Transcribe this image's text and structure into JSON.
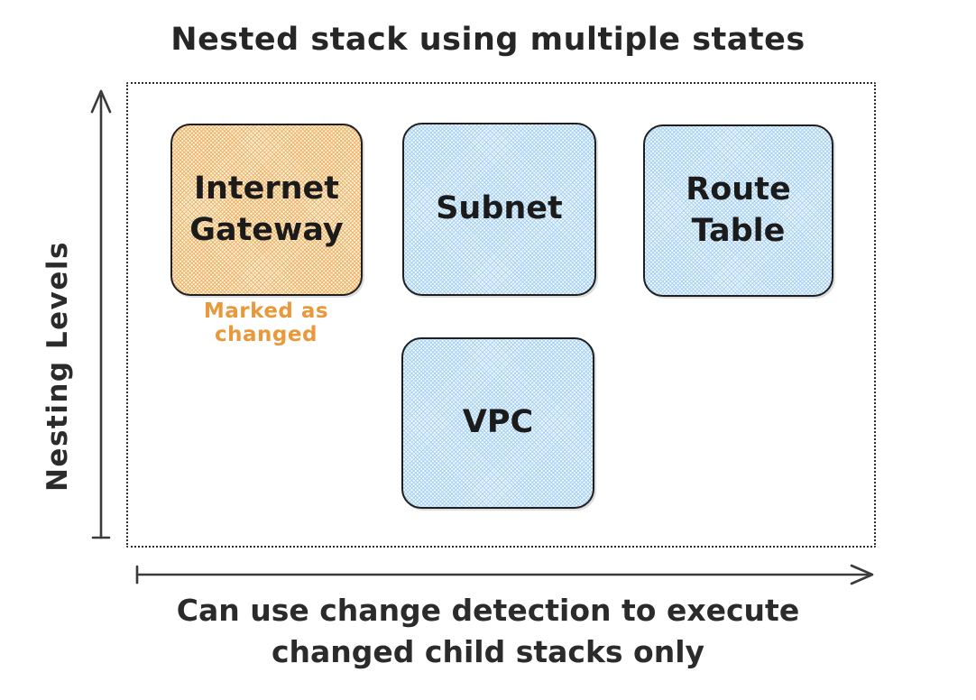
{
  "diagram": {
    "title": "Nested stack using multiple states",
    "y_axis": {
      "label": "Nesting Levels"
    },
    "x_axis": {
      "caption_line1": "Can use change detection to execute",
      "caption_line2": "changed child stacks only"
    },
    "boxes": [
      {
        "id": "internet-gateway",
        "label": "Internet Gateway",
        "fill": "#f0a84f",
        "note": "Marked as changed"
      },
      {
        "id": "subnet",
        "label": "Subnet",
        "fill": "#a5d4f5"
      },
      {
        "id": "route-table",
        "label": "Route Table",
        "fill": "#a5d4f5"
      },
      {
        "id": "vpc",
        "label": "VPC",
        "fill": "#a5d4f5"
      }
    ],
    "colors": {
      "stroke": "#1f1f1f",
      "boundary": "#2e2e2e",
      "changed_fill": "#f0a84f",
      "unchanged_fill": "#a5d4f5",
      "note_text": "#e8993c",
      "background": "#ffffff"
    }
  }
}
